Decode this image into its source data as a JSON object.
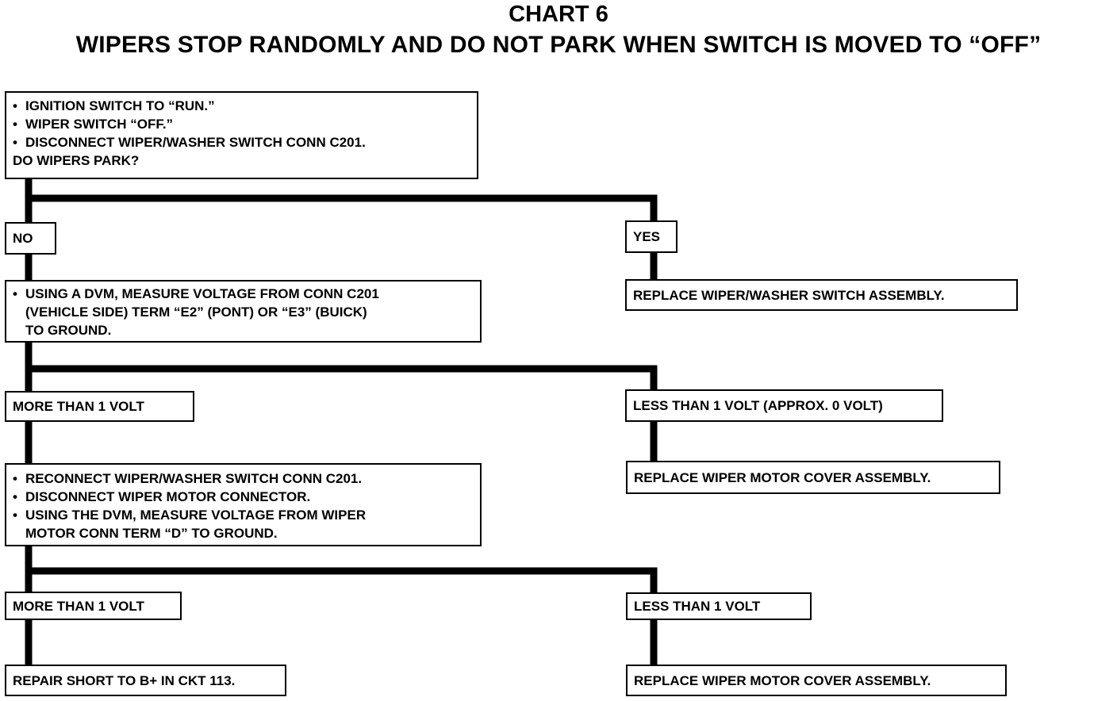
{
  "chart_number": "CHART 6",
  "chart_title": "WIPERS STOP RANDOMLY AND DO NOT PARK WHEN SWITCH IS MOVED TO “OFF”",
  "step1": {
    "bullets": [
      "IGNITION SWITCH TO “RUN.”",
      "WIPER SWITCH “OFF.”",
      "DISCONNECT WIPER/WASHER SWITCH CONN C201."
    ],
    "question": "DO WIPERS PARK?"
  },
  "step1_no": "NO",
  "step1_yes": "YES",
  "step1_yes_action": "REPLACE WIPER/WASHER SWITCH ASSEMBLY.",
  "step2": {
    "bullets": [
      "USING A DVM, MEASURE VOLTAGE FROM CONN C201"
    ],
    "continuation": [
      "(VEHICLE SIDE) TERM “E2” (PONT) OR “E3” (BUICK)",
      "TO GROUND."
    ]
  },
  "step2_more": "MORE THAN 1 VOLT",
  "step2_less": "LESS THAN 1 VOLT (APPROX. 0 VOLT)",
  "step2_less_action": "REPLACE WIPER MOTOR COVER ASSEMBLY.",
  "step3": {
    "bullets": [
      "RECONNECT WIPER/WASHER SWITCH CONN C201.",
      "DISCONNECT WIPER MOTOR CONNECTOR.",
      "USING THE DVM, MEASURE VOLTAGE FROM WIPER"
    ],
    "continuation": [
      "MOTOR CONN TERM “D” TO GROUND."
    ]
  },
  "step3_more": "MORE THAN 1 VOLT",
  "step3_less": "LESS THAN 1 VOLT",
  "step3_more_action": "REPAIR SHORT TO B+ IN CKT 113.",
  "step3_less_action": "REPLACE WIPER MOTOR COVER ASSEMBLY."
}
